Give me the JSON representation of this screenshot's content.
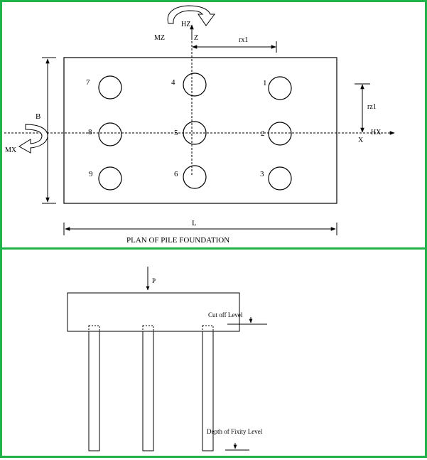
{
  "plan": {
    "title": "PLAN OF PILE FOUNDATION",
    "dimension_labels": {
      "width": "B",
      "length": "L",
      "rx": "rx1",
      "rz": "rz1"
    },
    "axis_labels": {
      "hz": "HZ",
      "mz": "MZ",
      "z": "Z",
      "hx": "HX",
      "x": "X",
      "mx": "MX"
    },
    "pile_numbers": [
      "1",
      "2",
      "3",
      "4",
      "5",
      "6",
      "7",
      "8",
      "9"
    ]
  },
  "section": {
    "load_label": "P",
    "cutoff_label": "Cut off Level",
    "fixity_label": "Depth of Fixity Level"
  },
  "colors": {
    "frame": "#1fb34a",
    "line": "#000000"
  }
}
